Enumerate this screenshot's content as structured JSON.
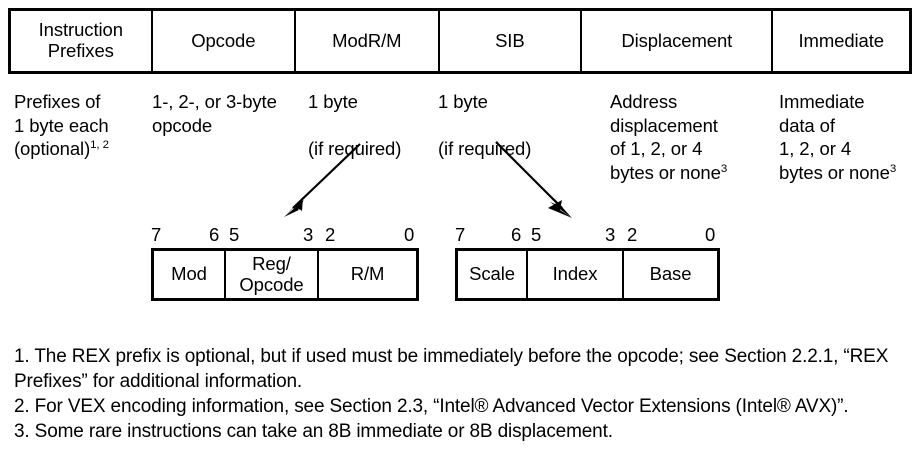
{
  "format_table": {
    "columns": [
      {
        "label": "Instruction\nPrefixes"
      },
      {
        "label": "Opcode"
      },
      {
        "label": "ModR/M"
      },
      {
        "label": "SIB"
      },
      {
        "label": "Displacement"
      },
      {
        "label": "Immediate"
      }
    ]
  },
  "descriptions": {
    "prefixes_line1": "Prefixes of",
    "prefixes_line2": "1 byte each",
    "prefixes_line3": "(optional)",
    "prefixes_sup": "1, 2",
    "opcode": "1-, 2-, or 3-byte\nopcode",
    "modrm": "1 byte\n\n(if required)",
    "sib": "1 byte\n\n(if required)",
    "displacement_main": "Address\ndisplacement\nof 1, 2, or 4\nbytes or none",
    "displacement_sup": "3",
    "immediate_main": "Immediate\ndata of\n1, 2, or 4\nbytes or none",
    "immediate_sup": "3"
  },
  "modrm_byte": {
    "bit_labels": [
      "7",
      "6",
      "5",
      "3",
      "2",
      "0"
    ],
    "fields": [
      {
        "name": "Mod"
      },
      {
        "name": "Reg/\nOpcode"
      },
      {
        "name": "R/M"
      }
    ]
  },
  "sib_byte": {
    "bit_labels": [
      "7",
      "6",
      "5",
      "3",
      "2",
      "0"
    ],
    "fields": [
      {
        "name": "Scale"
      },
      {
        "name": "Index"
      },
      {
        "name": "Base"
      }
    ]
  },
  "footnotes": {
    "note1": "1. The REX prefix is optional, but if used must be immediately before the opcode; see Section 2.2.1, “REX Prefixes” for additional information.",
    "note2": "2. For VEX encoding information, see Section 2.3, “Intel® Advanced Vector Extensions (Intel® AVX)”.",
    "note3": "3. Some rare instructions can take an 8B immediate or 8B displacement."
  },
  "colors": {
    "ink": "#000000",
    "background": "#ffffff"
  }
}
